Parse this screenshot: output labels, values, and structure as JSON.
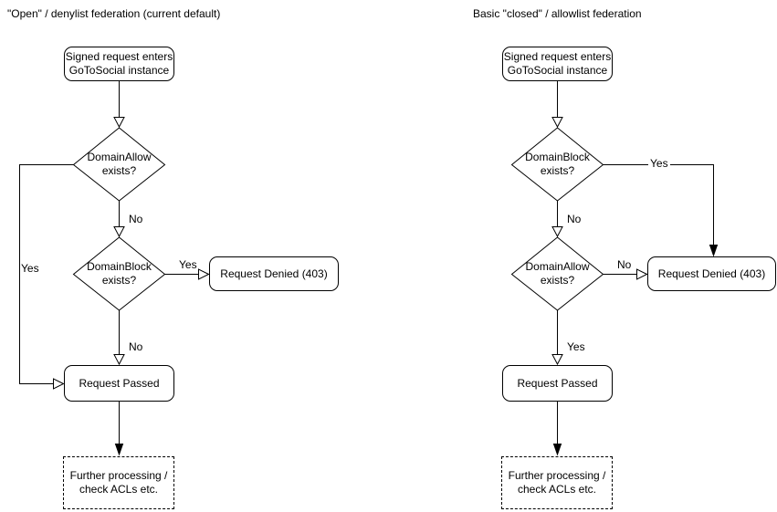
{
  "colors": {
    "stroke": "#000000",
    "text": "#000000",
    "background": "#ffffff"
  },
  "charts": {
    "left": {
      "title": "\"Open\" / denylist federation (current default)",
      "nodes": {
        "start": "Signed request enters\nGoToSocial instance",
        "decision1": "DomainAllow\nexists?",
        "decision2": "DomainBlock\nexists?",
        "denied": "Request Denied (403)",
        "passed": "Request Passed",
        "further": "Further processing /\ncheck ACLs etc."
      },
      "labels": {
        "d1_to_d2": "No",
        "d1_to_passed": "Yes",
        "d2_to_denied": "Yes",
        "d2_to_passed": "No"
      }
    },
    "right": {
      "title": "Basic \"closed\" / allowlist federation",
      "nodes": {
        "start": "Signed request enters\nGoToSocial instance",
        "decision1": "DomainBlock\nexists?",
        "decision2": "DomainAllow\nexists?",
        "denied": "Request Denied (403)",
        "passed": "Request Passed",
        "further": "Further processing /\ncheck ACLs etc."
      },
      "labels": {
        "d1_to_denied": "Yes",
        "d1_to_d2": "No",
        "d2_to_denied": "No",
        "d2_to_passed": "Yes"
      }
    }
  }
}
